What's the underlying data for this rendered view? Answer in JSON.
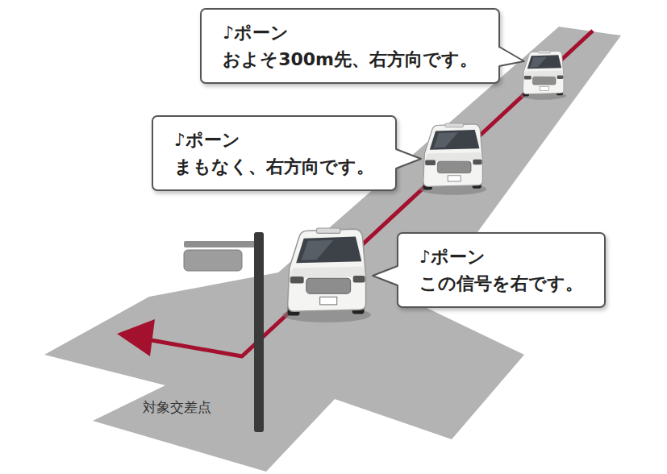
{
  "diagram": {
    "nodes": [
      {
        "text": [
          "♪ポーン",
          "およそ300m先、右方向です。"
        ]
      },
      {
        "text": [
          "♪ポーン",
          "まもなく、右方向です。"
        ]
      },
      {
        "text": [
          "♪ポーン",
          "この信号を右です。"
        ]
      }
    ],
    "labels": [
      "対象交差点"
    ]
  }
}
